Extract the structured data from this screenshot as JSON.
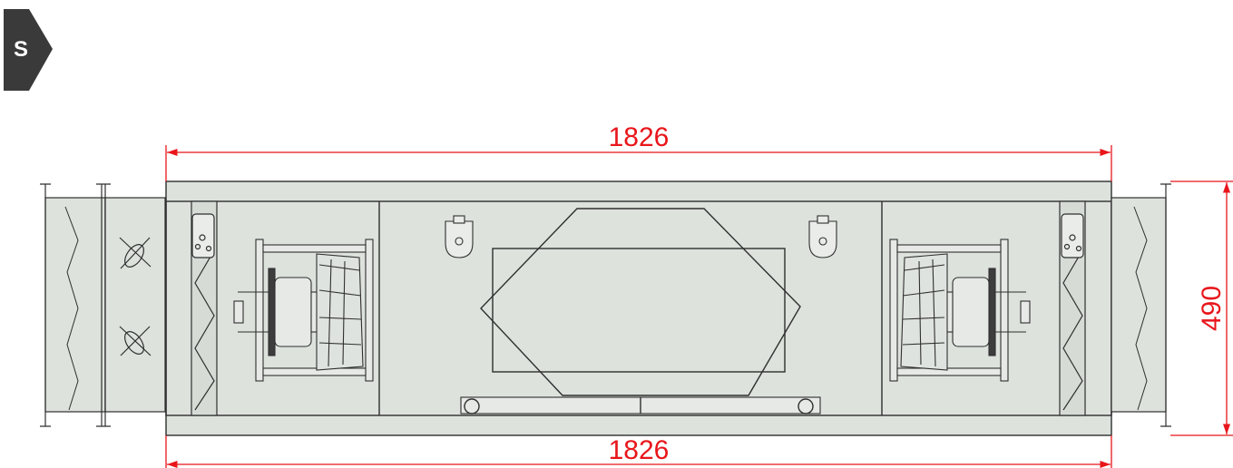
{
  "badge": {
    "label": "S",
    "fill": "#3a3a3a"
  },
  "dimensions": {
    "top_length": "1826",
    "bottom_length": "1826",
    "height": "490",
    "color": "#e8161b"
  },
  "colors": {
    "casing": "#dde2dd",
    "line": "#2f2f2f"
  }
}
